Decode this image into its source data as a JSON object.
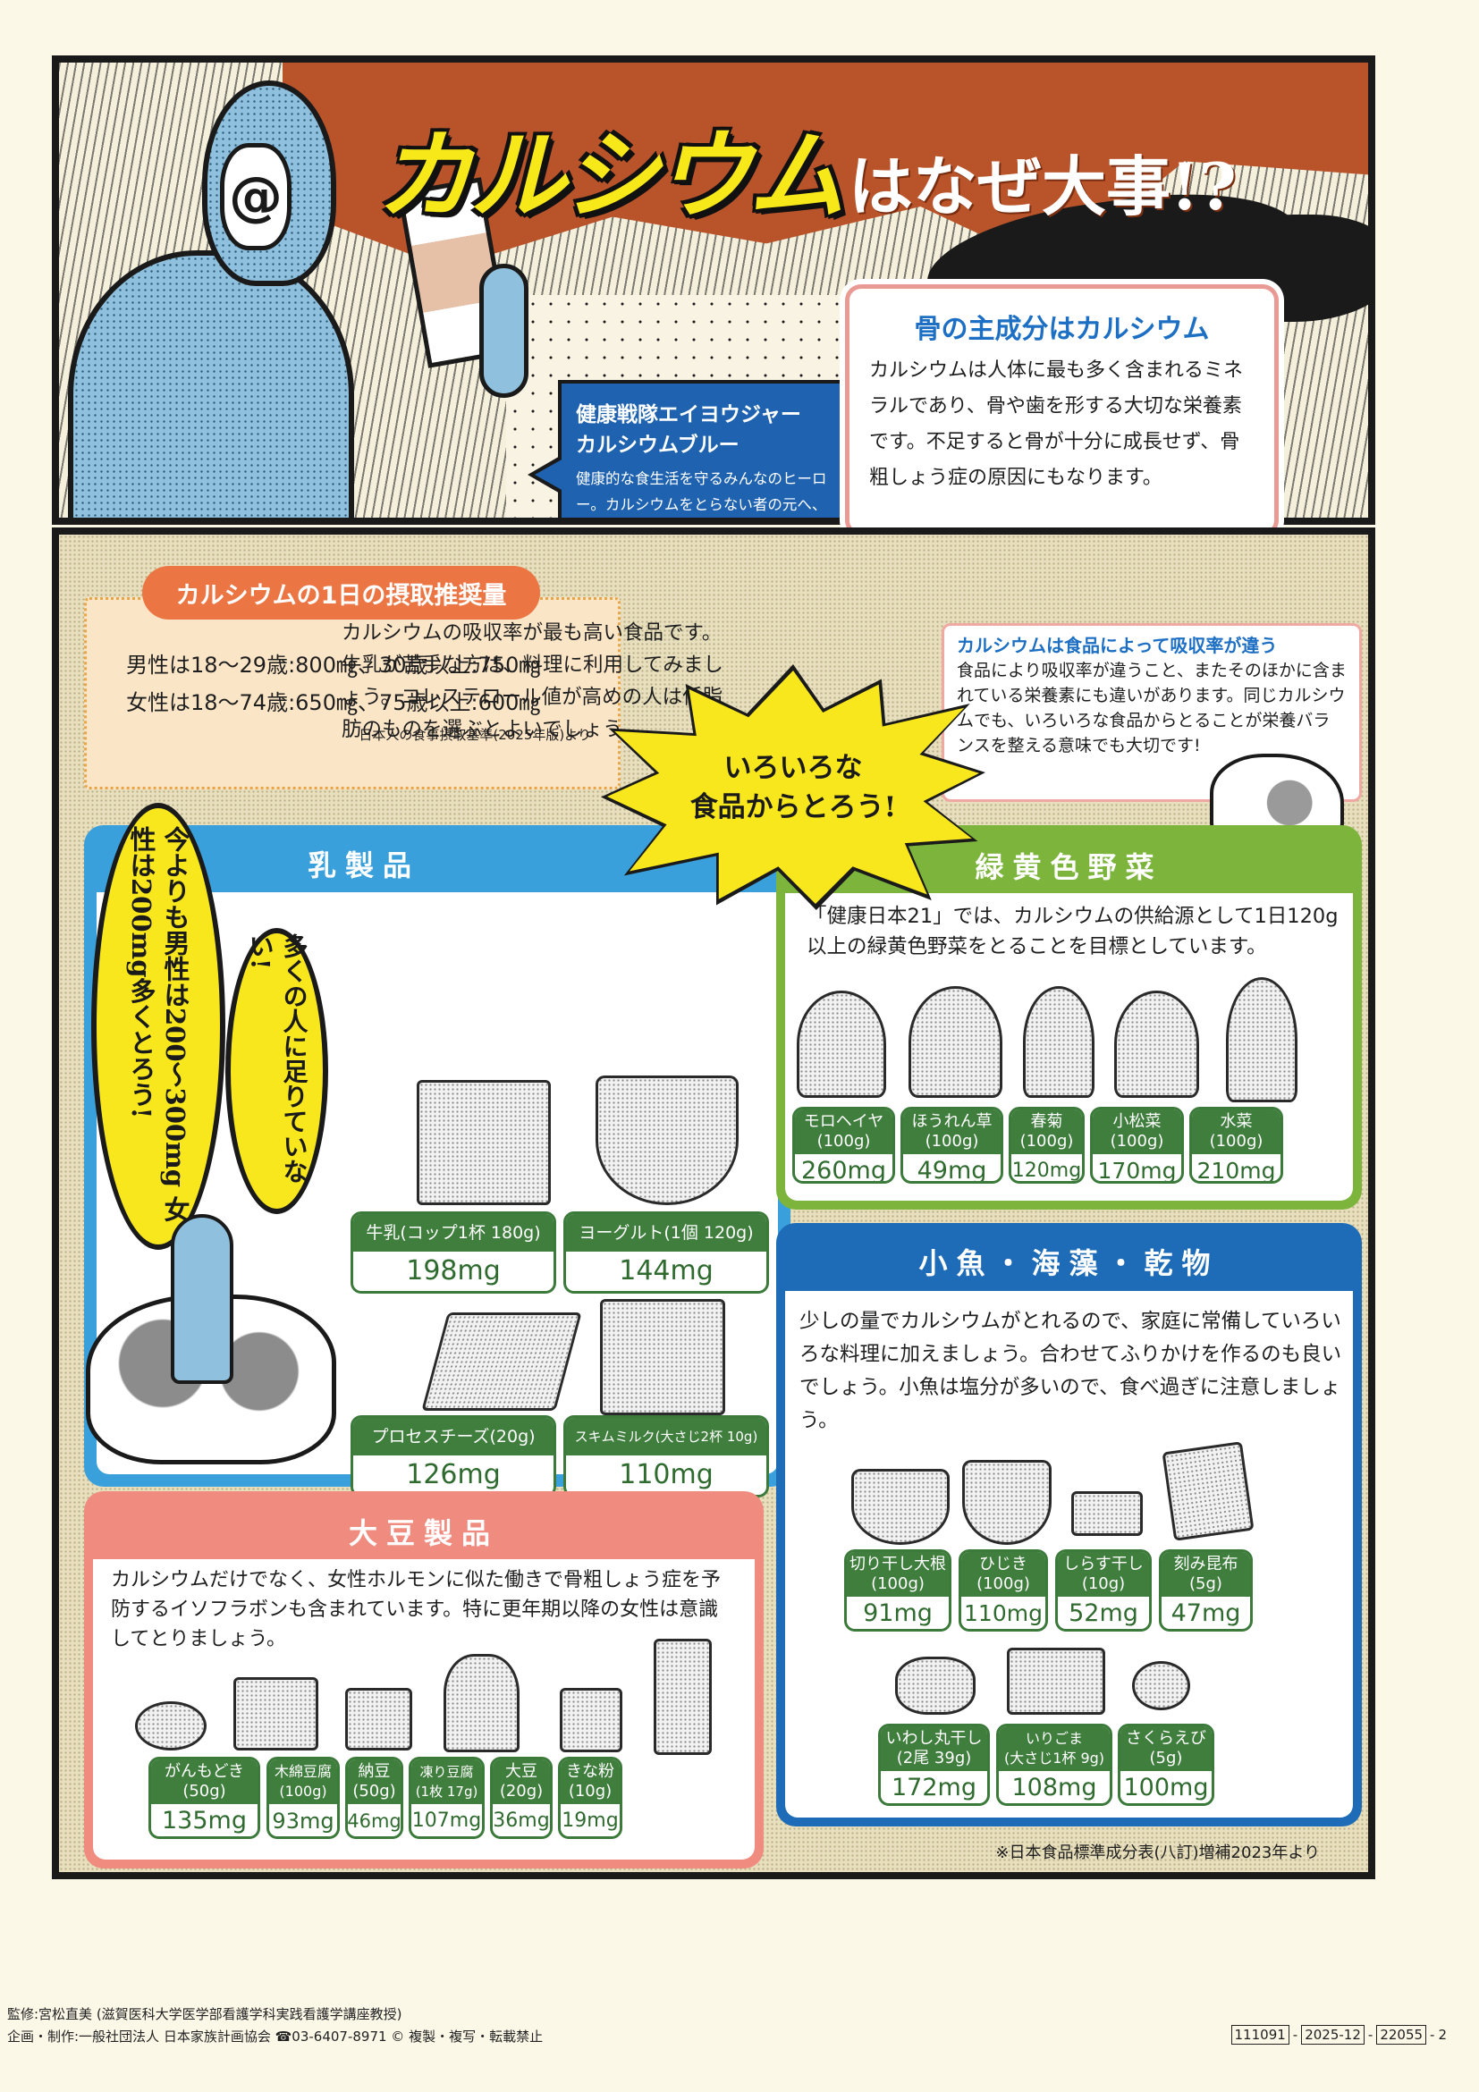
{
  "header": {
    "title_main": "カルシウム",
    "title_sub": "はなぜ大事!?",
    "hero_visor_glyph": "@",
    "hero_callout": {
      "title_line1": "健康戦隊エイヨウジャー",
      "title_line2": "カルシウムブルー",
      "body": "健康的な食生活を守るみんなのヒーロー。カルシウムをとらない者の元へ、牛に乗ってやってくるぞ!"
    },
    "bone_box": {
      "title": "骨の主成分はカルシウム",
      "body": "カルシウムは人体に最も多く含まれるミネラルであり、骨や歯を形する大切な栄養素です。不足すると骨が十分に成長せず、骨粗しょう症の原因にもなります。"
    }
  },
  "intake": {
    "label": "カルシウムの1日の摂取推奨量",
    "male": "男性は18〜29歳:800㎎、30歳以上:750㎎",
    "female": "女性は18〜74歳:650㎎、75歳以上:600㎎",
    "source": "日本人の食事摂取基準(2025年版)より"
  },
  "absorption": {
    "title": "カルシウムは食品によって吸収率が違う",
    "body": "食品により吸収率が違うこと、またそのほかに含まれている栄養素にも違いがあります。同じカルシウムでも、いろいろな食品からとることが栄養バランスを整える意味でも大切です!"
  },
  "burst": {
    "line1": "いろいろな",
    "line2": "食品からとろう!"
  },
  "bubbles": {
    "left": "今よりも男性は200〜300mg 女性は200mg多くとろう!",
    "right": "多くの人に足りていない!"
  },
  "colors": {
    "title_yellow": "#f7e81a",
    "banner_orange": "#b8532a",
    "hero_blue": "#1e62b0",
    "dairy_blue": "#3aa0dc",
    "veg_green": "#7cb43c",
    "fish_blue": "#1e6bb7",
    "soy_pink": "#f08b7f",
    "tag_green": "#3f7e3d",
    "intake_orange": "#ec7544"
  },
  "categories": {
    "dairy": {
      "title": "乳製品",
      "body": "カルシウムの吸収率が最も高い食品です。牛乳が苦手な方は、料理に利用してみましょう。コレステロール値が高めの人は低脂肪のものを選ぶとよいでしょう。",
      "items": [
        {
          "name": "牛乳(コップ1杯 180g)",
          "value": "198mg",
          "icon": "milk-carton-glass-icon"
        },
        {
          "name": "ヨーグルト(1個 120g)",
          "value": "144mg",
          "icon": "yogurt-icon"
        },
        {
          "name": "プロセスチーズ(20g)",
          "value": "126mg",
          "icon": "cheese-icon"
        },
        {
          "name": "スキムミルク(大さじ2杯 10g)",
          "value": "110mg",
          "icon": "skim-milk-bag-icon"
        }
      ]
    },
    "vegetables": {
      "title": "緑黄色野菜",
      "body": "「健康日本21」では、カルシウムの供給源として1日120g以上の緑黄色野菜をとることを目標としています。",
      "items": [
        {
          "name": "モロヘイヤ",
          "amount": "(100g)",
          "value": "260mg"
        },
        {
          "name": "ほうれん草",
          "amount": "(100g)",
          "value": "49mg"
        },
        {
          "name": "春菊",
          "amount": "(100g)",
          "value": "120mg"
        },
        {
          "name": "小松菜",
          "amount": "(100g)",
          "value": "170mg"
        },
        {
          "name": "水菜",
          "amount": "(100g)",
          "value": "210mg"
        }
      ]
    },
    "fish": {
      "title": "小魚・海藻・乾物",
      "body": "少しの量でカルシウムがとれるので、家庭に常備していろいろな料理に加えましょう。合わせてふりかけを作るのも良いでしょう。小魚は塩分が多いので、食べ過ぎに注意しましょう。",
      "items": [
        {
          "name": "切り干し大根",
          "amount": "(100g)",
          "value": "91mg"
        },
        {
          "name": "ひじき",
          "amount": "(100g)",
          "value": "110mg"
        },
        {
          "name": "しらす干し",
          "amount": "(10g)",
          "value": "52mg"
        },
        {
          "name": "刻み昆布",
          "amount": "(5g)",
          "value": "47mg"
        },
        {
          "name": "いわし丸干し",
          "amount": "(2尾 39g)",
          "value": "172mg"
        },
        {
          "name": "いりごま",
          "amount": "(大さじ1杯 9g)",
          "value": "108mg"
        },
        {
          "name": "さくらえび",
          "amount": "(5g)",
          "value": "100mg"
        }
      ]
    },
    "soy": {
      "title": "大豆製品",
      "body": "カルシウムだけでなく、女性ホルモンに似た働きで骨粗しょう症を予防するイソフラボンも含まれています。特に更年期以降の女性は意識してとりましょう。",
      "items": [
        {
          "name": "がんもどき",
          "amount": "(50g)",
          "value": "135mg"
        },
        {
          "name": "木綿豆腐",
          "amount": "(100g)",
          "value": "93mg"
        },
        {
          "name": "納豆",
          "amount": "(50g)",
          "value": "46mg"
        },
        {
          "name": "凍り豆腐",
          "amount": "(1枚 17g)",
          "value": "107mg"
        },
        {
          "name": "大豆",
          "amount": "(20g)",
          "value": "36mg"
        },
        {
          "name": "きな粉",
          "amount": "(10g)",
          "value": "19mg"
        }
      ]
    }
  },
  "source_note": "※日本食品標準成分表(八訂)増補2023年より",
  "footer": {
    "supervisor": "監修:宮松直美 (滋賀医科大学医学部看護学科実践看護学講座教授)",
    "producer": "企画・制作:一般社団法人 日本家族計画協会 ☎03-6407-8971 © 複製・複写・転載禁止",
    "code": [
      "111091",
      "2025-12",
      "22055"
    ],
    "page": "2"
  }
}
